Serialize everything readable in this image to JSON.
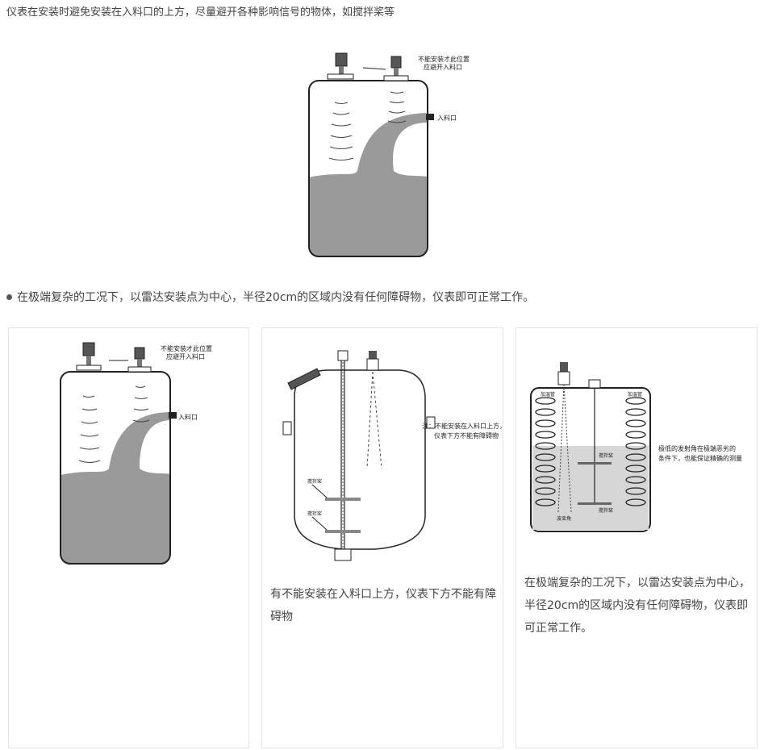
{
  "intro_text": "仪表在安装时避免安装在入料口的上方，尽量避开各种影响信号的物体，如搅拌桨等",
  "bullet_text": "在极端复杂的工况下，以雷达安装点为中心，半径20cm的区域内没有任何障碍物，仪表即可正常工作。",
  "figure_labels": {
    "no_install_line1": "不能安装才此位置",
    "no_install_line2": "应避开入料口",
    "inlet": "入料口",
    "note_line1": "注：不能安装在入料口上方，",
    "note_line2": "仪表下方不能有障碍物",
    "agitator": "搅拌桨",
    "heating_tube": "加温管",
    "beam_angle": "波束角",
    "beam_note_line1": "极低的发射角在极端恶劣的",
    "beam_note_line2": "条件下，也能保证精确的测量"
  },
  "cards": [
    {
      "caption": ""
    },
    {
      "caption": "有不能安装在入料口上方，仪表下方不能有障碍物"
    },
    {
      "caption": "在极端复杂的工况下，以雷达安装点为中心，半径20cm的区域内没有任何障碍物，仪表即可正常工作。"
    }
  ],
  "colors": {
    "liquid": "#9a9a9a",
    "liquid_light": "#d6d6d6",
    "outline": "#222222"
  }
}
